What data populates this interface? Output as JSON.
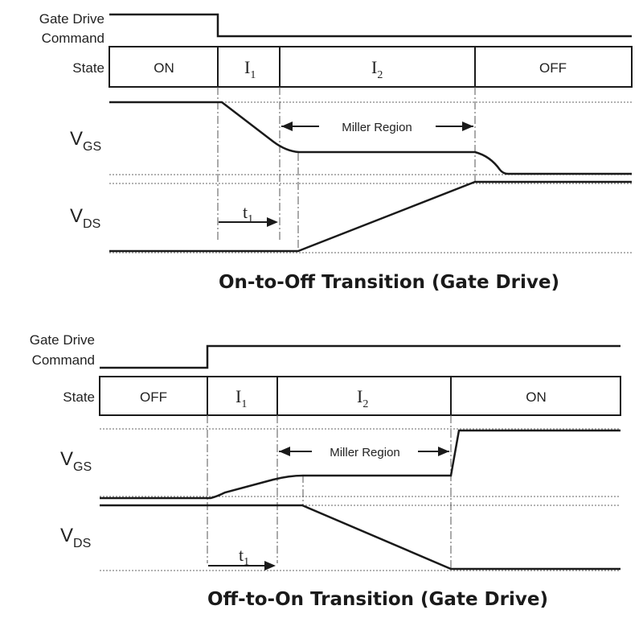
{
  "panels": [
    {
      "gate_drive_label": [
        "Gate Drive",
        "Command"
      ],
      "state_label": "State",
      "states": [
        {
          "text": "ON",
          "sub": ""
        },
        {
          "text": "I",
          "sub": "1"
        },
        {
          "text": "I",
          "sub": "2"
        },
        {
          "text": "OFF",
          "sub": ""
        }
      ],
      "vgs_label": {
        "main": "V",
        "sub": "GS"
      },
      "vds_label": {
        "main": "V",
        "sub": "DS"
      },
      "miller_label": "Miller Region",
      "t1_label": {
        "main": "t",
        "sub": "1"
      },
      "caption": "On-to-Off Transition (Gate Drive)"
    },
    {
      "gate_drive_label": [
        "Gate Drive",
        "Command"
      ],
      "state_label": "State",
      "states": [
        {
          "text": "OFF",
          "sub": ""
        },
        {
          "text": "I",
          "sub": "1"
        },
        {
          "text": "I",
          "sub": "2"
        },
        {
          "text": "ON",
          "sub": ""
        }
      ],
      "vgs_label": {
        "main": "V",
        "sub": "GS"
      },
      "vds_label": {
        "main": "V",
        "sub": "DS"
      },
      "miller_label": "Miller Region",
      "t1_label": {
        "main": "t",
        "sub": "1"
      },
      "caption": "Off-to-On Transition (Gate Drive)"
    }
  ]
}
